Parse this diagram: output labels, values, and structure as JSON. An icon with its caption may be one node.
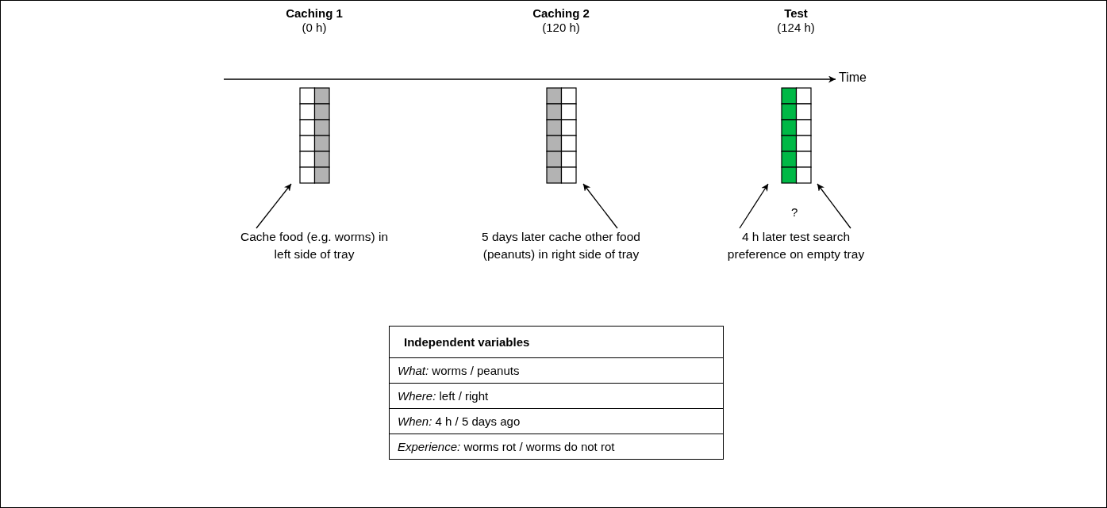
{
  "diagram": {
    "nodes": [
      {
        "text": [
          "Caching 1",
          "(0 h)"
        ]
      },
      {
        "text": [
          "Cache food (e.g. worms) in left side of tray"
        ]
      },
      {
        "text": [
          "Caching 2",
          "(120 h)"
        ]
      },
      {
        "text": [
          "5 days later cache other food (peanuts) in right side of tray"
        ]
      },
      {
        "text": [
          "Test",
          "(124 h)"
        ]
      },
      {
        "text": [
          "4 h later test search preference on empty tray"
        ]
      },
      {
        "text": [
          "Independent variables",
          "*What:* worms / peanuts",
          "*Where:* left / right",
          "*When:* 4 h / 5 days ago",
          "*Experience:* worms rot / worms do not rot"
        ]
      }
    ],
    "edges": [
      {
        "from": 1,
        "to": 0,
        "arrow": "to"
      },
      {
        "from": 3,
        "to": 2,
        "arrow": "to"
      },
      {
        "from": 5,
        "to": 4,
        "arrow": "to"
      },
      {
        "from": 5,
        "to": 4,
        "arrow": "to"
      }
    ],
    "labels": [
      "Time",
      "?"
    ]
  }
}
